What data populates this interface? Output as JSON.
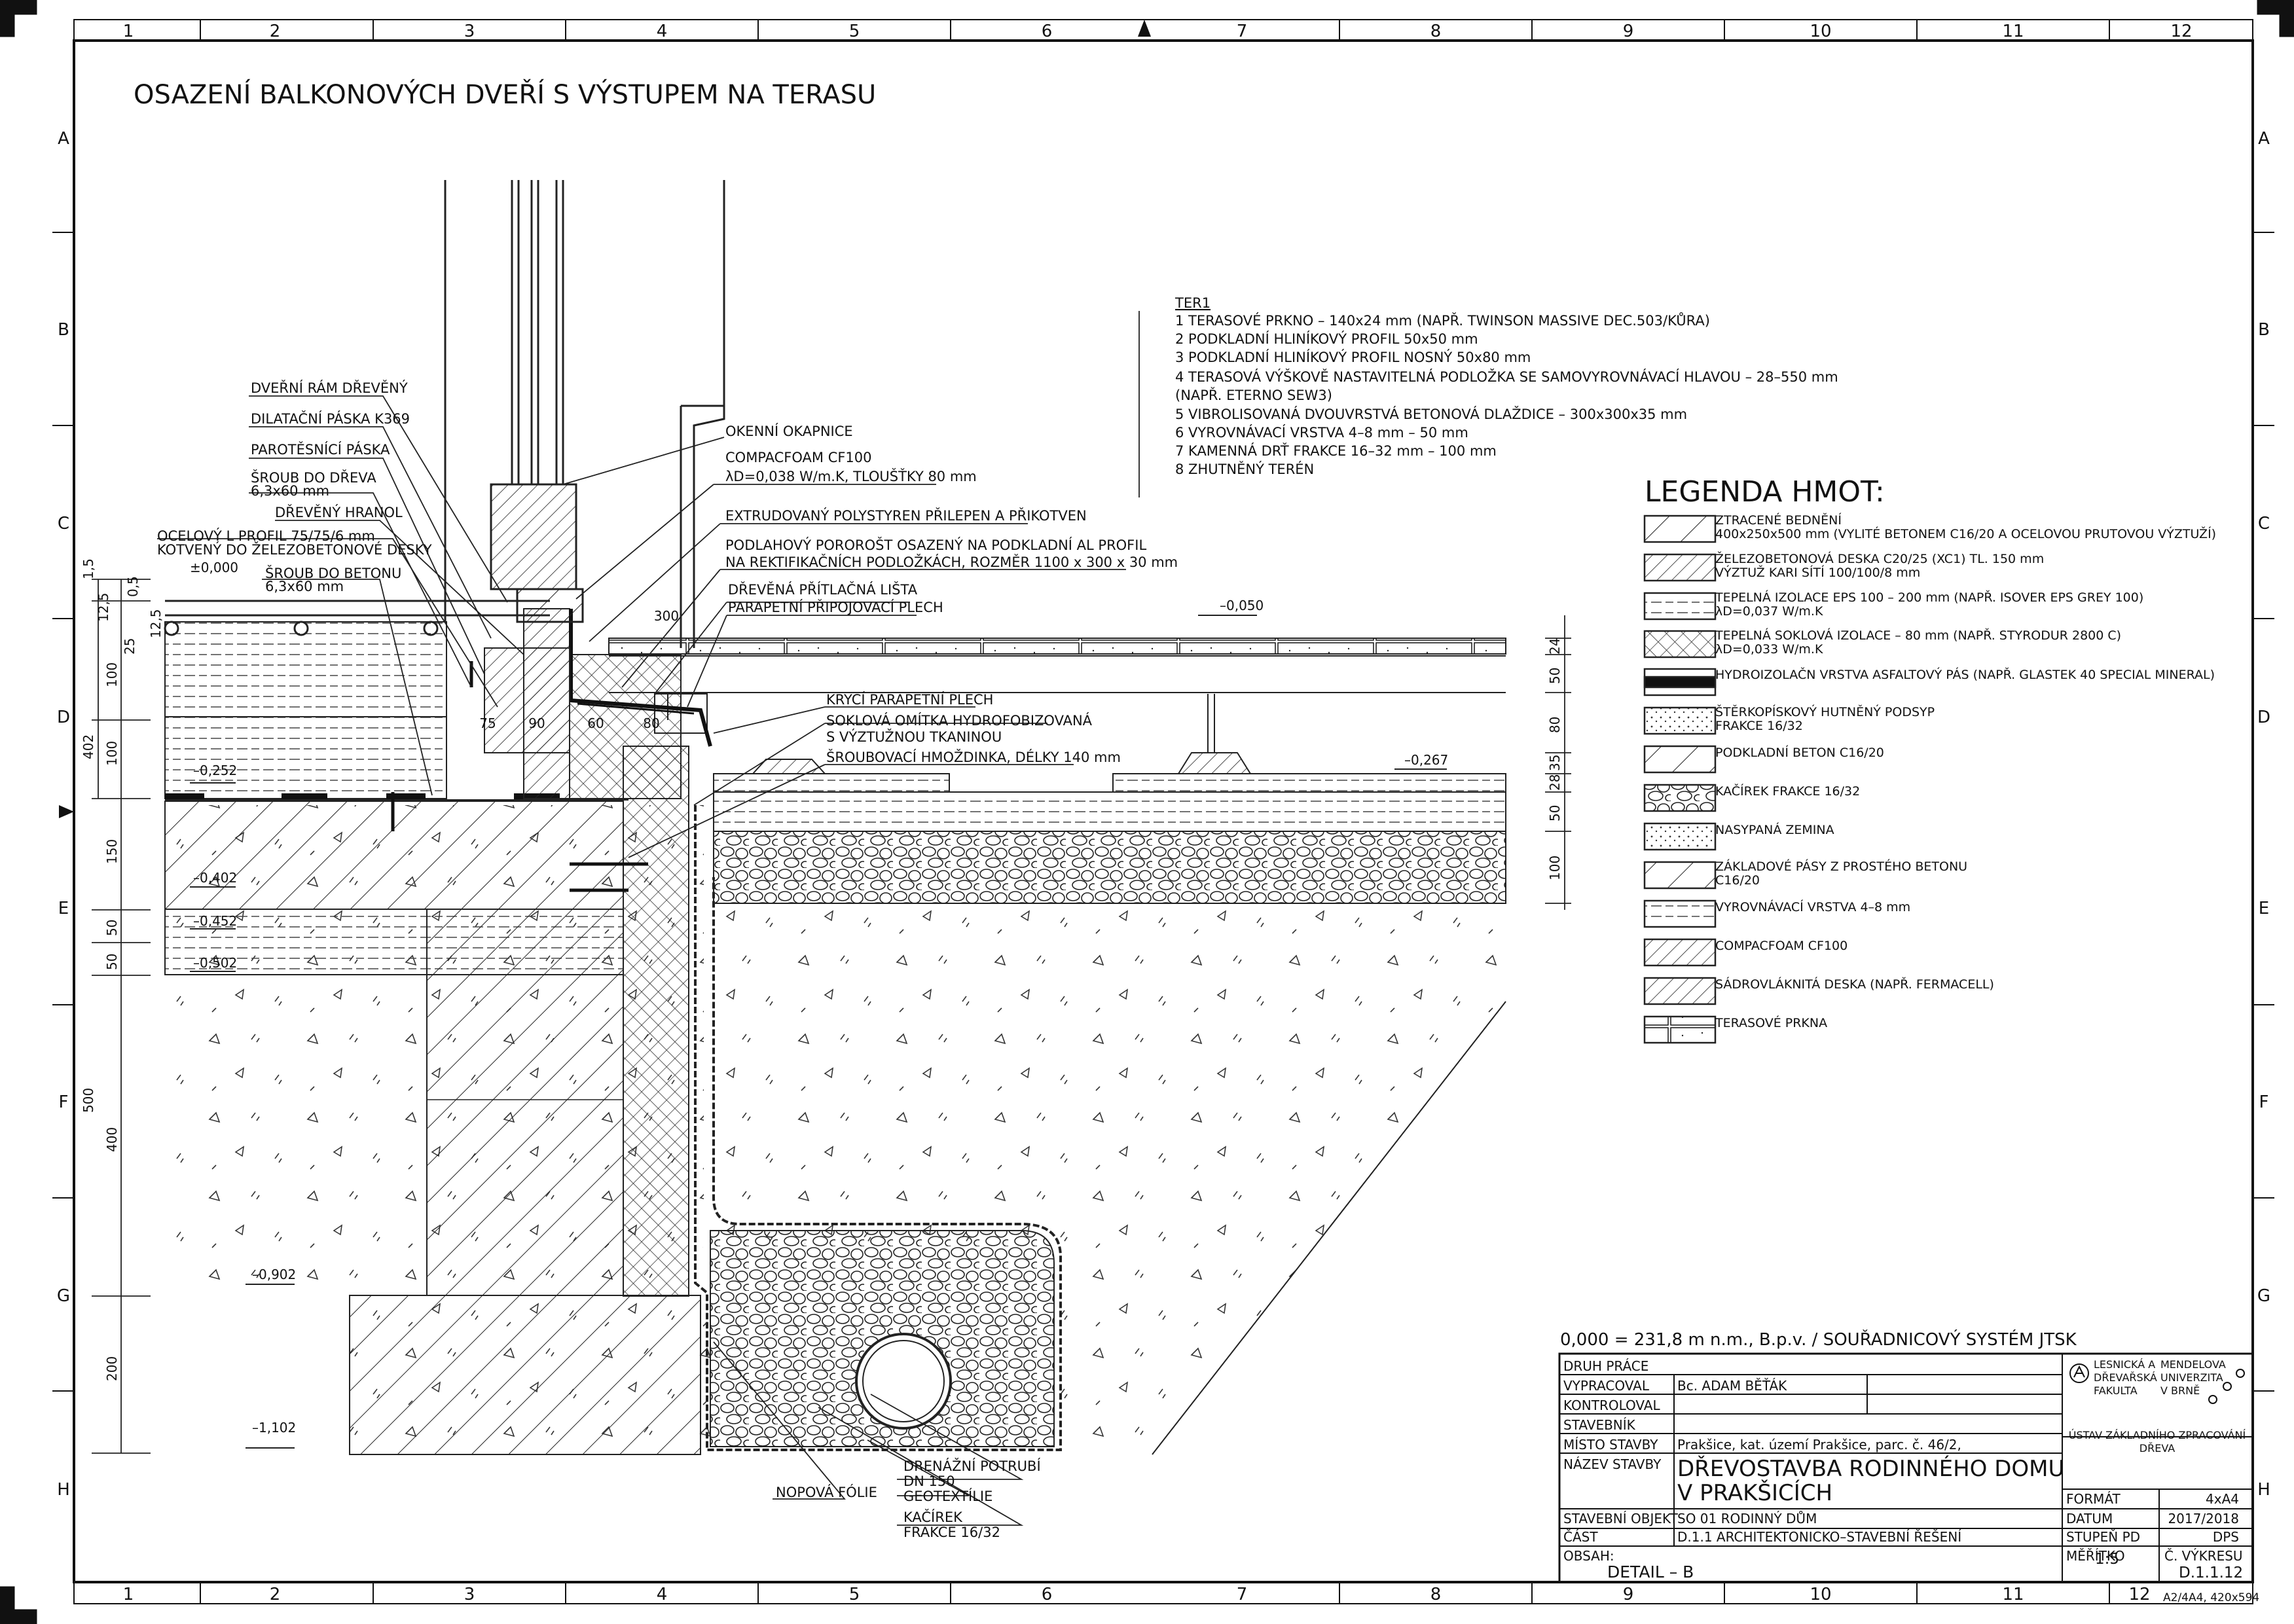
{
  "drawing_title": "OSAZENÍ BALKONOVÝCH DVEŘÍ S VÝSTUPEM NA TERASU",
  "grid": {
    "columns": [
      "1",
      "2",
      "3",
      "4",
      "5",
      "6",
      "7",
      "8",
      "9",
      "10",
      "11",
      "12"
    ],
    "rows": [
      "A",
      "B",
      "C",
      "D",
      "E",
      "F",
      "G",
      "H"
    ]
  },
  "layers_ter1": {
    "title": "TER1",
    "items": [
      "1  TERASOVÉ PRKNO – 140x24 mm (NAPŘ. TWINSON MASSIVE DEC.503/KŮRA)",
      "2  PODKLADNÍ HLINÍKOVÝ PROFIL 50x50 mm",
      "3  PODKLADNÍ HLINÍKOVÝ PROFIL NOSNÝ 50x80 mm",
      "4  TERASOVÁ VÝŠKOVĚ NASTAVITELNÁ PODLOŽKA SE SAMOVYROVNÁVACÍ HLAVOU – 28–550 mm",
      "(NAPŘ. ETERNO SEW3)",
      "5  VIBROLISOVANÁ DVOUVRSTVÁ BETONOVÁ DLAŽDICE – 300x300x35 mm",
      "6  VYROVNÁVACÍ VRSTVA 4–8 mm – 50 mm",
      "7  KAMENNÁ DRŤ FRAKCE 16–32 mm – 100 mm",
      "8  ZHUTNĚNÝ TERÉN"
    ]
  },
  "legend": {
    "title": "LEGENDA HMOT:",
    "items": [
      {
        "line1": "ZTRACENÉ BEDNĚNÍ",
        "line2": "400x250x500 mm (VYLITÉ BETONEM C16/20 A OCELOVOU PRUTOVOU VÝZTUŽÍ)",
        "pattern": "hatch-wide"
      },
      {
        "line1": "ŽELEZOBETONOVÁ DESKA C20/25 (XC1) TL. 150 mm",
        "line2": "VÝZTUŽ KARI SÍTÍ 100/100/8 mm",
        "pattern": "hatch-dense"
      },
      {
        "line1": "TEPELNÁ IZOLACE EPS 100 – 200 mm (NAPŘ. ISOVER EPS GREY 100)",
        "line2": "λD=0,037 W/m.K",
        "pattern": "dash"
      },
      {
        "line1": "TEPELNÁ SOKLOVÁ IZOLACE – 80 mm (NAPŘ. STYRODUR 2800 C)",
        "line2": "λD=0,033 W/m.K",
        "pattern": "cross"
      },
      {
        "line1": "HYDROIZOLAČN VRSTVA ASFALTOVÝ PÁS (NAPŘ. GLASTEK 40 SPECIAL MINERAL)",
        "line2": "",
        "pattern": "solid-band"
      },
      {
        "line1": "ŠTĚRKOPÍSKOVÝ HUTNĚNÝ PODSYP",
        "line2": "FRAKCE 16/32",
        "pattern": "dots"
      },
      {
        "line1": "PODKLADNÍ BETON C16/20",
        "line2": "",
        "pattern": "hatch-single"
      },
      {
        "line1": "KAČÍREK FRAKCE 16/32",
        "line2": "",
        "pattern": "pebble"
      },
      {
        "line1": "NASYPANÁ ZEMINA",
        "line2": "",
        "pattern": "fine-dots"
      },
      {
        "line1": "ZÁKLADOVÉ PÁSY Z PROSTÉHO BETONU",
        "line2": "C16/20",
        "pattern": "hatch-single"
      },
      {
        "line1": "VYROVNÁVACÍ VRSTVA 4–8 mm",
        "line2": "",
        "pattern": "dash-diag"
      },
      {
        "line1": "COMPACFOAM CF100",
        "line2": "",
        "pattern": "hatch-thin"
      },
      {
        "line1": "SÁDROVLÁKNITÁ DESKA (NAPŘ. FERMACELL)",
        "line2": "",
        "pattern": "hatch-dense"
      },
      {
        "line1": "TERASOVÉ PRKNA",
        "line2": "",
        "pattern": "boards"
      }
    ]
  },
  "callouts_left": [
    {
      "l1": "DVEŘNÍ RÁM DŘEVĚNÝ",
      "l2": ""
    },
    {
      "l1": "DILATAČNÍ PÁSKA K369",
      "l2": ""
    },
    {
      "l1": "PAROTĚSNÍCÍ PÁSKA",
      "l2": ""
    },
    {
      "l1": "ŠROUB DO DŘEVA",
      "l2": "6,3x60 mm"
    },
    {
      "l1": "DŘEVĚNÝ HRANOL",
      "l2": ""
    },
    {
      "l1": "OCELOVÝ L PROFIL 75/75/6 mm",
      "l2": "KOTVENÝ DO ŽELEZOBETONOVÉ DESKY"
    },
    {
      "l1": "ŠROUB DO BETONU",
      "l2": "6,3x60 mm"
    }
  ],
  "callouts_mid": [
    {
      "l1": "OKENNÍ OKAPNICE",
      "l2": ""
    },
    {
      "l1": "COMPACFOAM CF100",
      "l2": "λD=0,038 W/m.K, TLOUŠŤKY 80 mm"
    },
    {
      "l1": "EXTRUDOVANÝ POLYSTYREN PŘILEPEN A PŘIKOTVEN",
      "l2": ""
    },
    {
      "l1": "PODLAHOVÝ POROROŠT OSAZENÝ NA PODKLADNÍ AL PROFIL",
      "l2": "NA REKTIFIKAČNÍCH PODLOŽKÁCH, ROZMĚR 1100 x 300 x 30 mm"
    },
    {
      "l1": "DŘEVĚNÁ PŘÍTLAČNÁ LIŠTA",
      "l2": ""
    },
    {
      "l1": "PARAPETNÍ PŘIPOJOVACÍ PLECH",
      "l2": ""
    },
    {
      "l1": "KRYCÍ PARAPETNÍ PLECH",
      "l2": ""
    },
    {
      "l1": "SOKLOVÁ OMÍTKA HYDROFOBIZOVANÁ",
      "l2": "S VÝZTUŽNOU TKANINOU"
    },
    {
      "l1": "ŠROUBOVACÍ HMOŽDINKA, DÉLKY 140 mm",
      "l2": ""
    }
  ],
  "callouts_bottom": [
    {
      "l1": "NOPOVÁ FÓLIE",
      "l2": ""
    },
    {
      "l1": "DRENÁŽNÍ POTRUBÍ",
      "l2": "DN 150"
    },
    {
      "l1": "GEOTEXTÍLIE",
      "l2": ""
    },
    {
      "l1": "KAČÍREK",
      "l2": "FRAKCE 16/32"
    }
  ],
  "levels": {
    "l0": "±0,000",
    "l252": "–0,252",
    "l402": "–0,402",
    "l452": "–0,452",
    "l502": "–0,502",
    "l902": "–0,902",
    "l1102": "–1,102",
    "l050": "–0,050",
    "l267": "–0,267"
  },
  "dims_left": {
    "d402": "402",
    "d500": "500",
    "d1_5": "1,5",
    "d12_5a": "12,5",
    "d0_5": "0,5",
    "d25": "25",
    "d12_5b": "12,5",
    "d100a": "100",
    "d100b": "100",
    "d150": "150",
    "d50a": "50",
    "d50b": "50",
    "d400": "400",
    "d200": "200"
  },
  "dims_mid": {
    "d300": "300",
    "d75": "75",
    "d90": "90",
    "d60": "60",
    "d80": "80"
  },
  "dims_right": {
    "d24": "24",
    "d50a": "50",
    "d80": "80",
    "d35": "35",
    "d28": "28",
    "d50b": "50",
    "d100": "100"
  },
  "reference_note": "0,000 = 231,8 m n.m., B.p.v. / SOUŘADNICOVÝ SYSTÉM JTSK",
  "title_block": {
    "rows": [
      {
        "label": "DRUH PRÁCE",
        "value": ""
      },
      {
        "label": "VYPRACOVAL",
        "value": "Bc. ADAM BĚŤÁK"
      },
      {
        "label": "KONTROLOVAL",
        "value": ""
      },
      {
        "label": "STAVEBNÍK",
        "value": ""
      },
      {
        "label": "MÍSTO STAVBY",
        "value": "Prakšice, kat. území Prakšice, parc. č. 46/2,"
      }
    ],
    "name_label": "NÁZEV STAVBY",
    "name_line1": "DŘEVOSTAVBA RODINNÉHO DOMU",
    "name_line2": "V PRAKŠICÍCH",
    "object_label": "STAVEBNÍ OBJEKT",
    "object_value": "SO 01 RODINNÝ DŮM",
    "part_label": "ČÁST",
    "part_value": "D.1.1 ARCHITEKTONICKO–STAVEBNÍ ŘEŠENÍ",
    "content_label": "OBSAH:",
    "content_value": "DETAIL – B",
    "school_l1": "LESNICKÁ A",
    "school_l2": "DŘEVAŘSKÁ",
    "school_l3": "FAKULTA",
    "uni_l1": "MENDELOVA",
    "uni_l2": "UNIVERZITA",
    "uni_l3": "V BRNĚ",
    "institute_l1": "ÚSTAV ZÁKLADNÍHO ZPRACOVÁNÍ",
    "institute_l2": "DŘEVA",
    "format_label": "FORMÁT",
    "format_value": "4xA4",
    "date_label": "DATUM",
    "date_value": "2017/2018",
    "stage_label": "STUPEŇ PD",
    "stage_value": "DPS",
    "scale_label": "MĚŘÍTKO",
    "scale_value": "1:5",
    "sheet_label": "Č. VÝKRESU",
    "sheet_value": "D.1.1.12",
    "paper_note": "A2/4A4, 420x594"
  }
}
